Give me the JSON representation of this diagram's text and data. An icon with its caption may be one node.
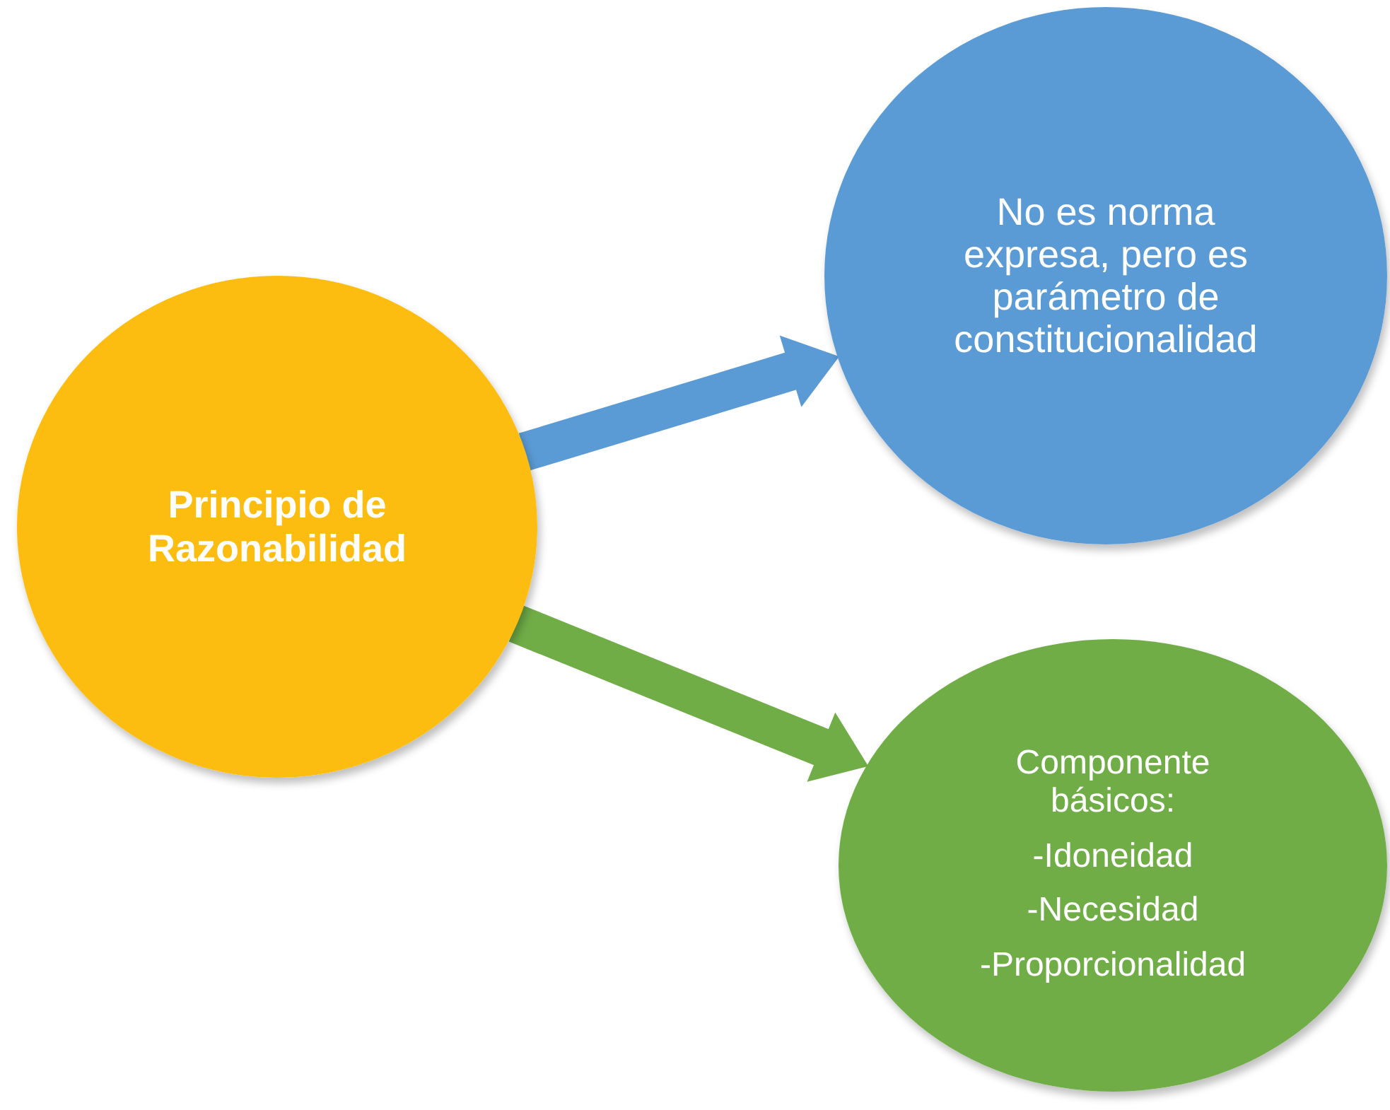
{
  "diagram": {
    "nodes": [
      {
        "text": [
          "Principio de Razonabilidad"
        ]
      },
      {
        "text": [
          "No es norma expresa, pero es parámetro de constitucionalidad"
        ]
      },
      {
        "text": [
          "Componente básicos:",
          "-Idoneidad",
          "-Necesidad",
          "-Proporcionalidad"
        ]
      }
    ],
    "edges": [
      {
        "from": 0,
        "to": 1,
        "arrow": "to",
        "style": "thick",
        "color": "#5b9bd5"
      },
      {
        "from": 0,
        "to": 2,
        "arrow": "to",
        "style": "thick",
        "color": "#70ad47"
      }
    ]
  }
}
